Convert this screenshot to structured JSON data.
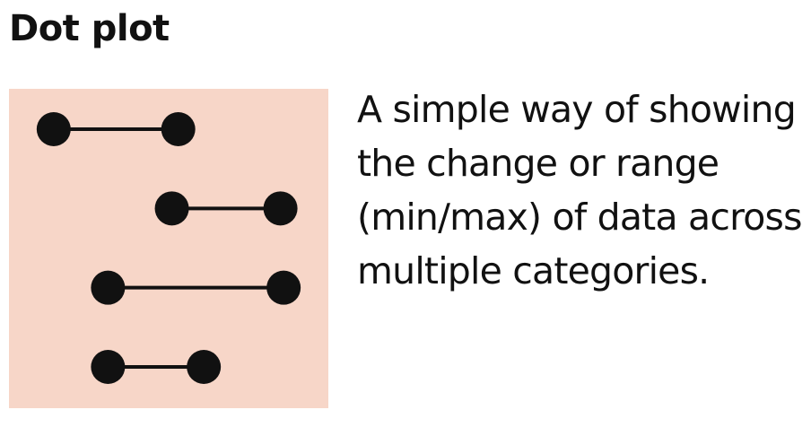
{
  "title": "Dot plot",
  "description": "A simple way of showing the change or range (min/max) of data across multiple categories.",
  "colors": {
    "panel_background": "#f7d6c8",
    "dot": "#111111",
    "line": "#111111"
  },
  "icon": "dot-plot-icon",
  "ranges": [
    {
      "min": 0.14,
      "max": 0.53
    },
    {
      "min": 0.51,
      "max": 0.85
    },
    {
      "min": 0.31,
      "max": 0.86
    },
    {
      "min": 0.31,
      "max": 0.61
    }
  ]
}
